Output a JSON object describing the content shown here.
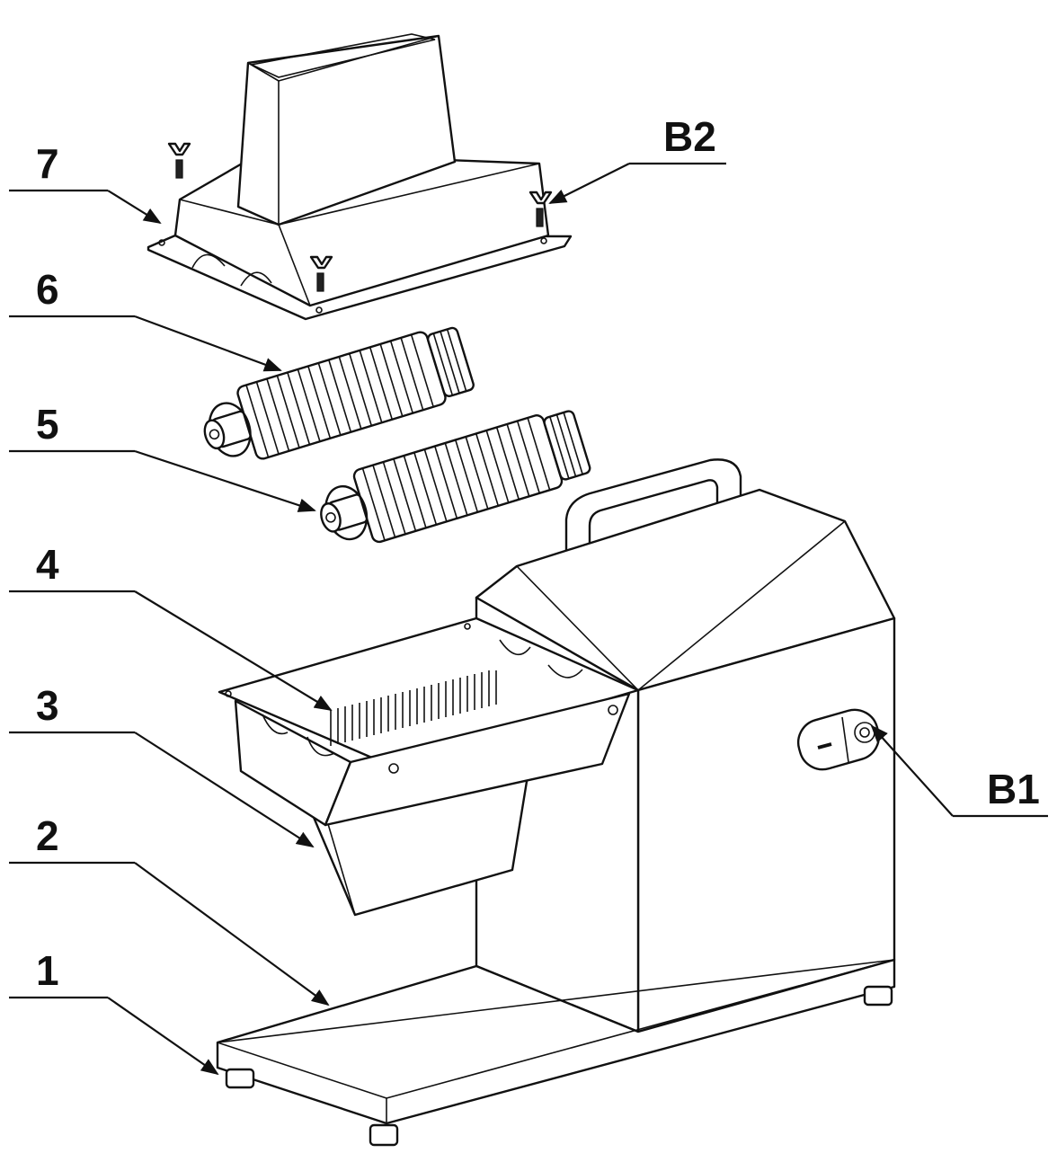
{
  "labels": {
    "part1": "1",
    "part2": "2",
    "part3": "3",
    "part4": "4",
    "part5": "5",
    "part6": "6",
    "part7": "7",
    "b1": "B1",
    "b2": "B2"
  }
}
